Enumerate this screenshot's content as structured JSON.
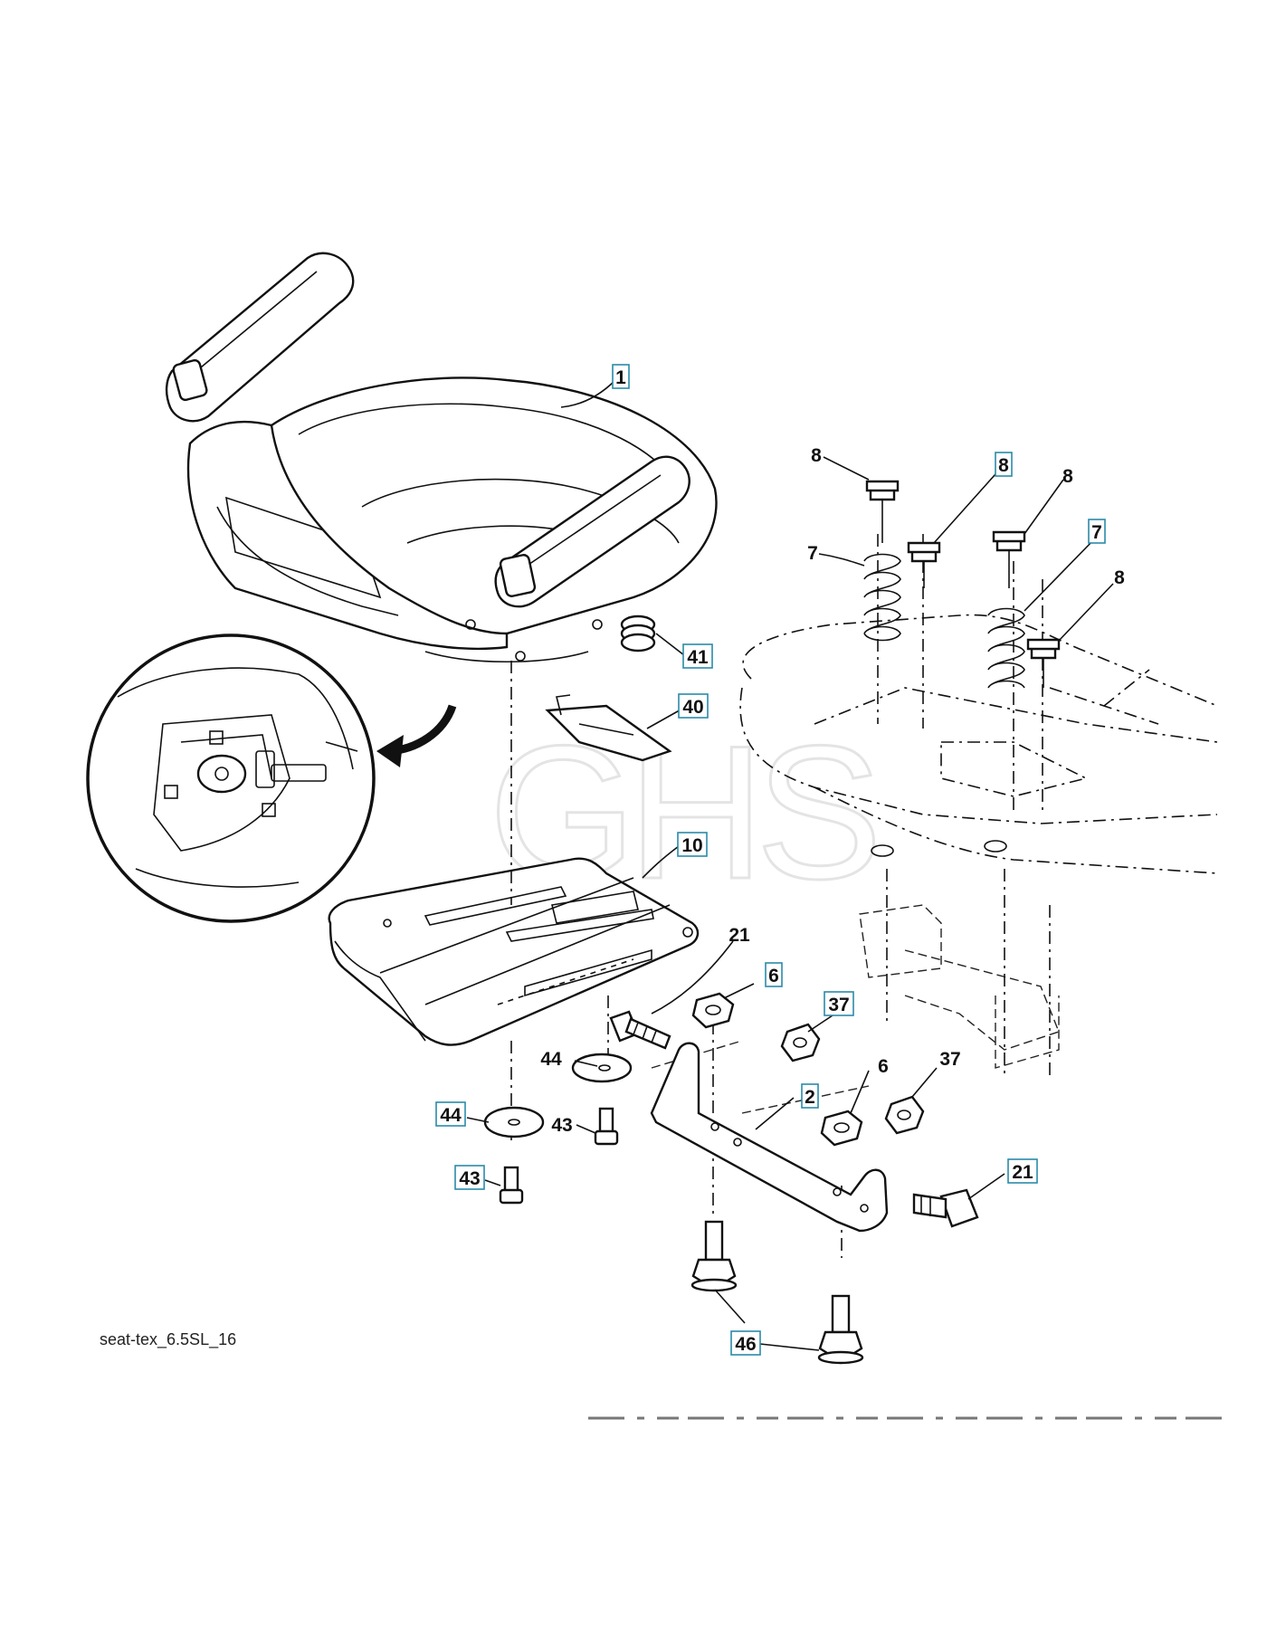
{
  "caption": "seat-tex_6.5SL_16",
  "watermark": "GHS",
  "callouts": [
    {
      "id": "c1",
      "text": "1",
      "boxed": true
    },
    {
      "id": "c41",
      "text": "41",
      "boxed": true
    },
    {
      "id": "c40",
      "text": "40",
      "boxed": true
    },
    {
      "id": "c10",
      "text": "10",
      "boxed": true
    },
    {
      "id": "c8a",
      "text": "8",
      "boxed": false
    },
    {
      "id": "c8b",
      "text": "8",
      "boxed": true
    },
    {
      "id": "c8c",
      "text": "8",
      "boxed": false
    },
    {
      "id": "c8d",
      "text": "8",
      "boxed": false
    },
    {
      "id": "c7a",
      "text": "7",
      "boxed": false
    },
    {
      "id": "c7b",
      "text": "7",
      "boxed": true
    },
    {
      "id": "c21a",
      "text": "21",
      "boxed": false
    },
    {
      "id": "c6a",
      "text": "6",
      "boxed": true
    },
    {
      "id": "c37a",
      "text": "37",
      "boxed": true
    },
    {
      "id": "c44a",
      "text": "44",
      "boxed": false
    },
    {
      "id": "c44b",
      "text": "44",
      "boxed": true
    },
    {
      "id": "c43a",
      "text": "43",
      "boxed": false
    },
    {
      "id": "c43b",
      "text": "43",
      "boxed": true
    },
    {
      "id": "c2",
      "text": "2",
      "boxed": true
    },
    {
      "id": "c6b",
      "text": "6",
      "boxed": false
    },
    {
      "id": "c37b",
      "text": "37",
      "boxed": false
    },
    {
      "id": "c21b",
      "text": "21",
      "boxed": true
    },
    {
      "id": "c46",
      "text": "46",
      "boxed": true
    }
  ]
}
